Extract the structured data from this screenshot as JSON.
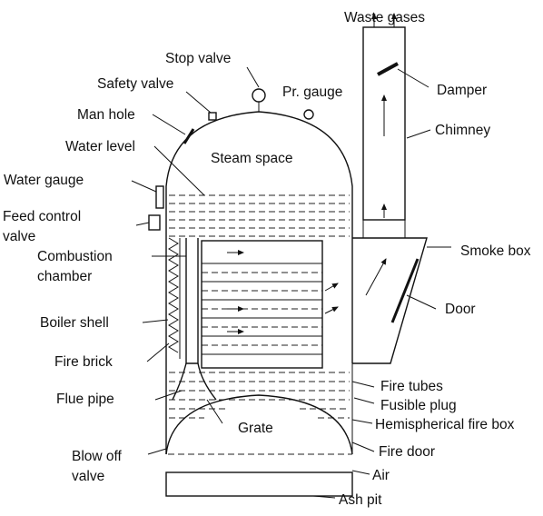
{
  "labels": {
    "waste_gases": "Waste gases",
    "stop_valve": "Stop valve",
    "safety_valve": "Safety valve",
    "pr_gauge": "Pr. gauge",
    "damper": "Damper",
    "man_hole": "Man hole",
    "chimney": "Chimney",
    "water_level": "Water level",
    "steam_space": "Steam space",
    "water_gauge": "Water gauge",
    "feed_control_1": "Feed control",
    "feed_control_2": "valve",
    "combustion_1": "Combustion",
    "combustion_2": "chamber",
    "smoke_box": "Smoke box",
    "door": "Door",
    "boiler_shell": "Boiler shell",
    "fire_brick": "Fire brick",
    "fire_tubes": "Fire tubes",
    "flue_pipe": "Flue pipe",
    "fusible_plug": "Fusible plug",
    "grate": "Grate",
    "hemispherical": "Hemispherical fire box",
    "fire_door": "Fire door",
    "blow_off_1": "Blow off",
    "blow_off_2": "valve",
    "air": "Air",
    "ash_pit": "Ash pit"
  }
}
